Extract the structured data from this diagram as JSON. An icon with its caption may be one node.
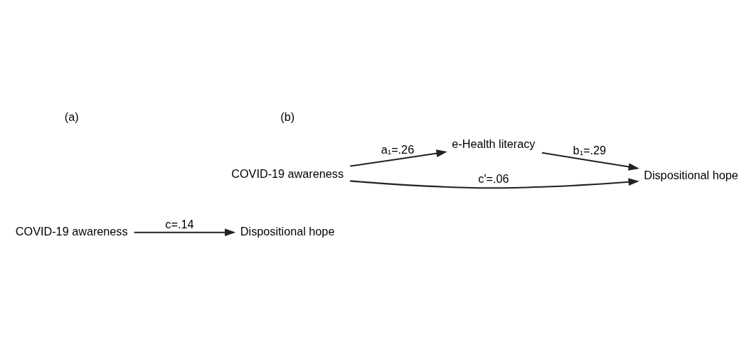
{
  "diagram": {
    "nodes": [
      {
        "text": [
          "COVID-19 awareness"
        ]
      },
      {
        "text": [
          "Dispositional hope"
        ]
      },
      {
        "text": [
          "e-Health literacy"
        ]
      },
      {
        "text": [
          "COVID-19 awareness"
        ]
      },
      {
        "text": [
          "Dispositional hope"
        ]
      }
    ],
    "edges": [
      {
        "from": 0,
        "to": 1,
        "arrow": "to",
        "label": "c=.14"
      },
      {
        "from": 3,
        "to": 2,
        "arrow": "to",
        "label": "a₁=.26"
      },
      {
        "from": 2,
        "to": 4,
        "arrow": "to",
        "label": "b₁=.29"
      },
      {
        "from": 3,
        "to": 4,
        "arrow": "to",
        "label": "c'=.06"
      }
    ],
    "labels": [
      "(a)",
      "(b)"
    ]
  }
}
